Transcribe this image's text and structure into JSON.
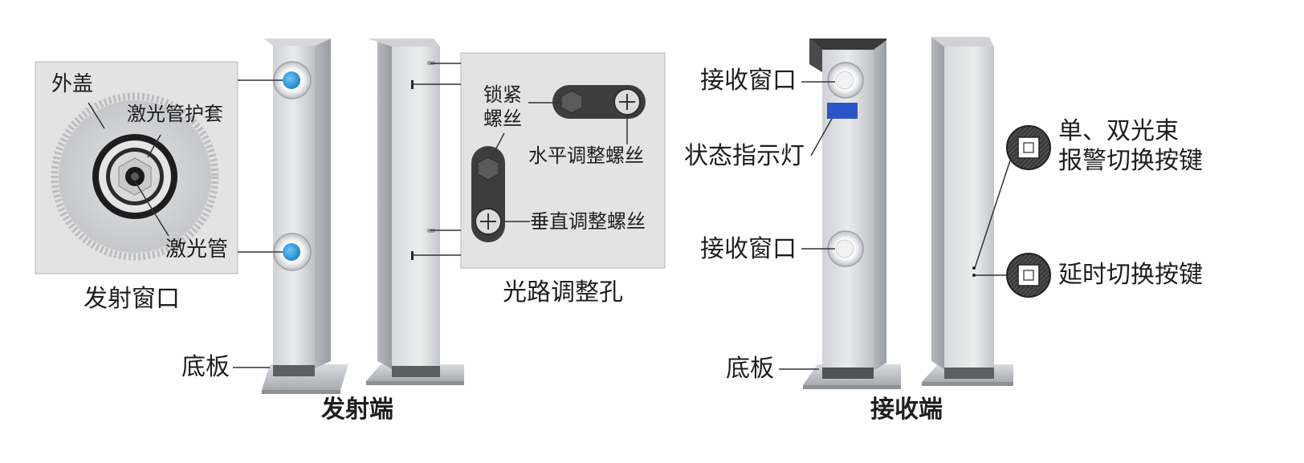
{
  "emitter": {
    "caption": "发射端",
    "window_caption": "发射窗口",
    "callouts": {
      "outer_cover": "外盖",
      "laser_sleeve": "激光管护套",
      "laser_tube": "激光管",
      "base_plate": "底板"
    },
    "adjust_caption": "光路调整孔",
    "adjust_callouts": {
      "lock_screw_line1": "锁紧",
      "lock_screw_line2": "螺丝",
      "horizontal_screw": "水平调整螺丝",
      "vertical_screw": "垂直调整螺丝"
    }
  },
  "receiver": {
    "caption": "接收端",
    "callouts": {
      "window_top": "接收窗口",
      "status_light": "状态指示灯",
      "window_bottom": "接收窗口",
      "base_plate": "底板",
      "beam_switch_line1": "单、双光束",
      "beam_switch_line2": "报警切换按键",
      "delay_switch": "延时切换按键"
    }
  },
  "colors": {
    "window_blue": "#1e9be0",
    "status_light": "#2a55c9",
    "pole_light": "#e6e7e9",
    "pole_dark": "#a9adb2",
    "panel_bg": "#e3e3e3"
  }
}
